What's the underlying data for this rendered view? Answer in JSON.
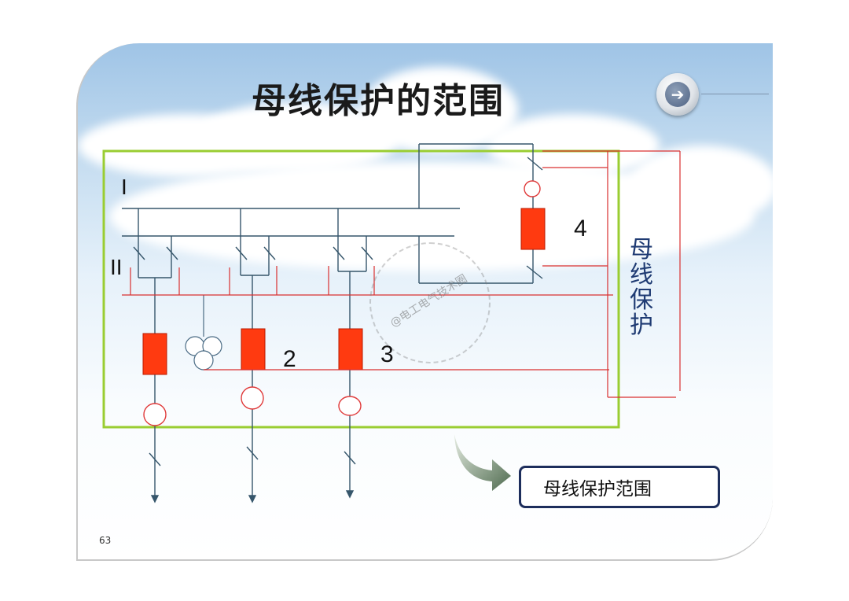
{
  "slide": {
    "title": "母线保护的范围",
    "page_number": "63",
    "accent_colors": {
      "protection_zone": "#9acd32",
      "breaker": "#ff3a10",
      "ct_secondary": "#d93030",
      "primary_line": "#36566b",
      "label_box_border": "#1d2e5c"
    },
    "next_button": {
      "icon": "arrow-right-icon"
    }
  },
  "diagram": {
    "bus_labels": {
      "bus_I": "I",
      "bus_II": "II"
    },
    "element_numbers": {
      "n2": "2",
      "n3": "3",
      "n4": "4"
    },
    "side_label": "母线保护",
    "legend_label": "母线保护范围"
  },
  "watermark": {
    "text": "@电工电气技术圈"
  }
}
